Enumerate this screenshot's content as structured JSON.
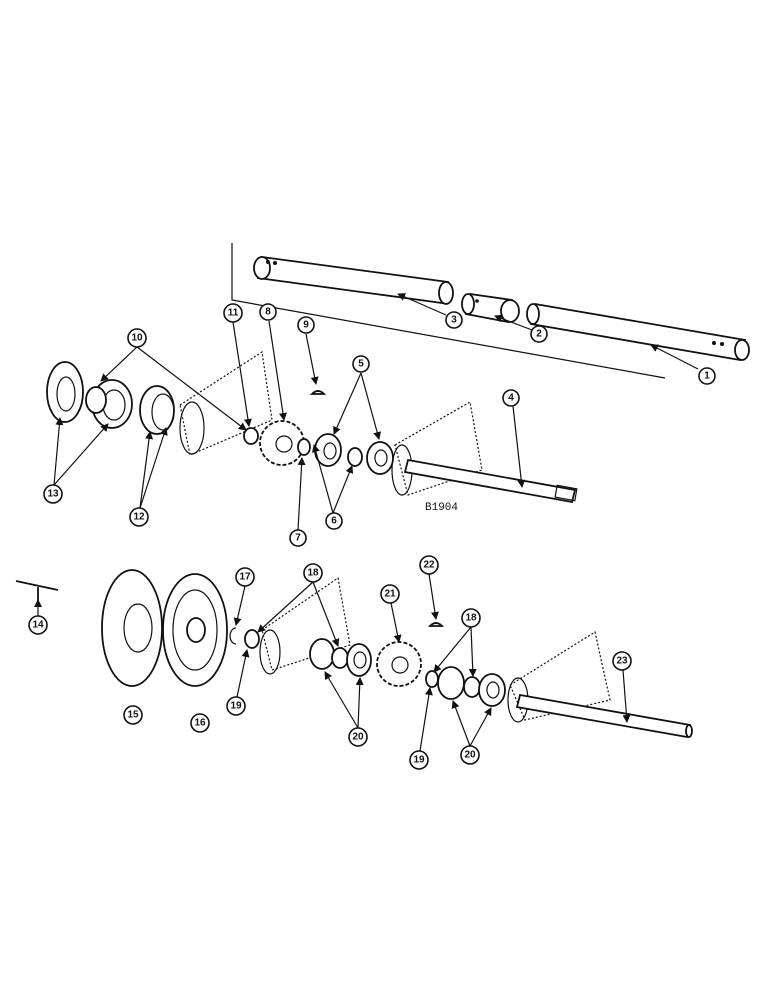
{
  "figure": {
    "reference_code": "B1904",
    "callouts": [
      "1",
      "2",
      "3",
      "4",
      "5",
      "6",
      "7",
      "8",
      "9",
      "10",
      "11",
      "12",
      "13",
      "14",
      "15",
      "16",
      "17",
      "18",
      "19",
      "20",
      "21",
      "22",
      "23"
    ],
    "callouts_repeated": [
      "18",
      "19",
      "20"
    ]
  }
}
